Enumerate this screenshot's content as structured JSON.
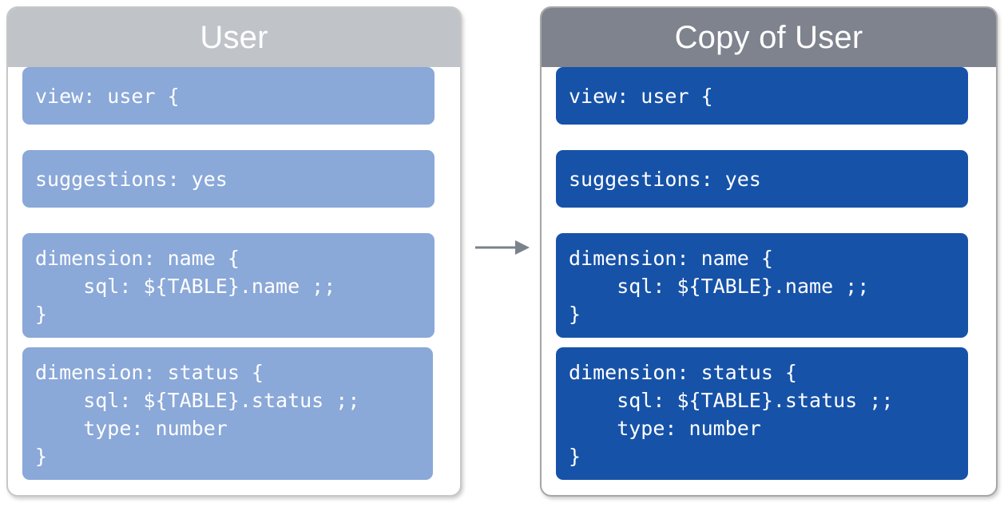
{
  "diagram": {
    "type": "before-after-copy",
    "arrow": {
      "name": "right-arrow",
      "color": "#7a828c",
      "direction": "left-to-right"
    },
    "panels": [
      {
        "id": "source",
        "title": "User",
        "header_color": "#c0c4c8",
        "block_color": "#8aa8d8",
        "blocks": [
          {
            "id": "view",
            "text": "view: user {"
          },
          {
            "id": "suggestions",
            "text": "suggestions: yes"
          },
          {
            "id": "dimension-name",
            "text": "dimension: name {\n    sql: ${TABLE}.name ;;\n}"
          },
          {
            "id": "dimension-status",
            "text": "dimension: status {\n    sql: ${TABLE}.status ;;\n    type: number\n}"
          }
        ]
      },
      {
        "id": "copy",
        "title": "Copy of User",
        "header_color": "#7e838e",
        "block_color": "#1652a8",
        "blocks": [
          {
            "id": "view",
            "text": "view: user {"
          },
          {
            "id": "suggestions",
            "text": "suggestions: yes"
          },
          {
            "id": "dimension-name",
            "text": "dimension: name {\n    sql: ${TABLE}.name ;;\n}"
          },
          {
            "id": "dimension-status",
            "text": "dimension: status {\n    sql: ${TABLE}.status ;;\n    type: number\n}"
          }
        ]
      }
    ]
  }
}
